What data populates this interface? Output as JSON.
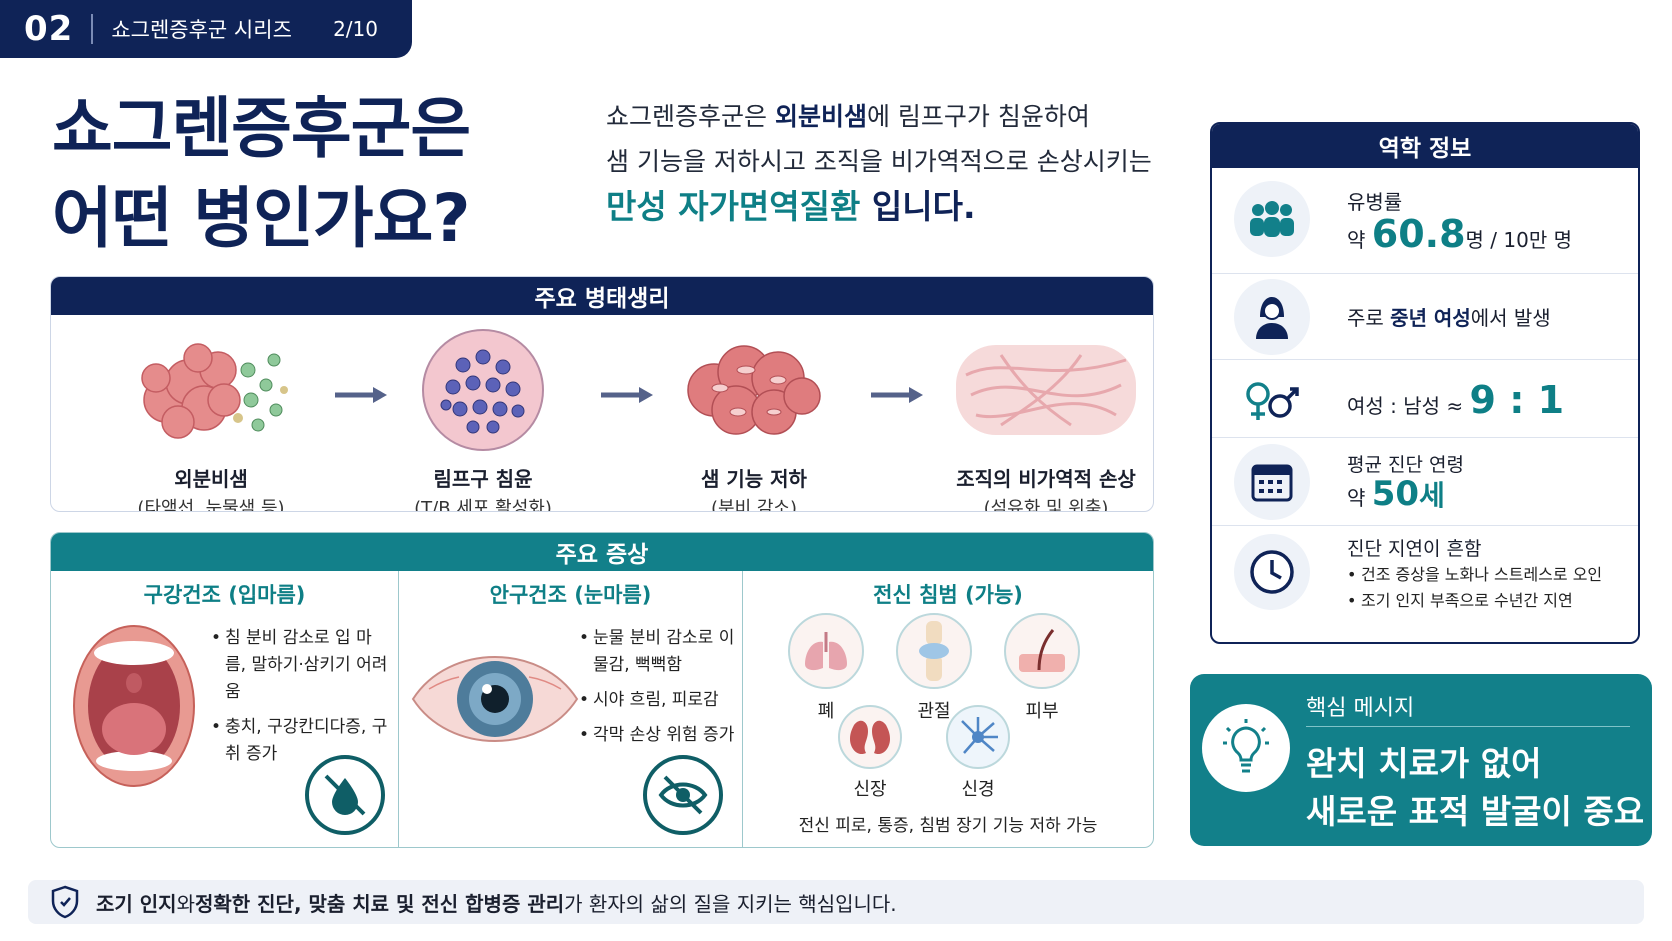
{
  "series": {
    "number": "02",
    "name": "쇼그렌증후군 시리즈",
    "page": "2/10"
  },
  "title": {
    "line1": "쇼그렌증후군은",
    "line2": "어떤 병인가요?"
  },
  "intro": {
    "p1": "쇼그렌증후군은 ",
    "p1_bold": "외분비샘",
    "p1_rest": "에 림프구가 침윤하여",
    "p2": "샘 기능을 저하시고 조직을 비가역적으로 손상시키는",
    "p3_highlight": "만성 자가면역질환",
    "p3_rest": " 입니다."
  },
  "pathophysiology": {
    "header": "주요 병태생리",
    "steps": [
      {
        "title": "외분비샘",
        "sub": "(타액선, 눈물샘 등)",
        "icon": "gland-icon"
      },
      {
        "title": "림프구 침윤",
        "sub": "(T/B 세포 활성화)",
        "icon": "lymphocyte-icon"
      },
      {
        "title": "샘 기능 저하",
        "sub": "(분비 감소)",
        "icon": "damaged-gland-icon"
      },
      {
        "title": "조직의 비가역적 손상",
        "sub": "(섬유화 및 위축)",
        "icon": "fibrosis-icon"
      }
    ]
  },
  "symptoms": {
    "header": "주요 증상",
    "oral": {
      "title": "구강건조 (입마름)",
      "bullets": [
        "침 분비 감소로 입 마름, 말하기·삼키기 어려움",
        "충치, 구강칸디다증, 구취 증가"
      ],
      "icon": "no-saliva-icon"
    },
    "eye": {
      "title": "안구건조 (눈마름)",
      "bullets": [
        "눈물 분비 감소로 이물감, 뻑뻑함",
        "시야 흐림, 피로감",
        "각막 손상 위험 증가"
      ],
      "icon": "no-eye-icon"
    },
    "systemic": {
      "title": "전신 침범 (가능)",
      "organs": [
        {
          "label": "폐",
          "icon": "lung-icon"
        },
        {
          "label": "관절",
          "icon": "joint-icon"
        },
        {
          "label": "피부",
          "icon": "skin-icon"
        },
        {
          "label": "신장",
          "icon": "kidney-icon"
        },
        {
          "label": "신경",
          "icon": "neuron-icon"
        }
      ],
      "note": "전신 피로, 통증, 침범 장기 기능 저하 가능"
    }
  },
  "epidemiology": {
    "header": "역학 정보",
    "prevalence": {
      "label": "유병률",
      "prefix": "약 ",
      "value": "60.8",
      "unit": "명 / 10만 명",
      "icon": "people-icon"
    },
    "gender_group": {
      "prefix": "주로 ",
      "bold": "중년 여성",
      "suffix": "에서 발생",
      "icon": "woman-icon"
    },
    "ratio": {
      "label": "여성 : 남성 ≈ ",
      "value": "9 : 1",
      "icon": "gender-icon"
    },
    "age": {
      "label": "평균 진단 연령",
      "prefix": "약 ",
      "value": "50",
      "unit": "세",
      "icon": "calendar-icon"
    },
    "delay": {
      "label": "진단 지연이 흔함",
      "bullets": [
        "건조 증상을 노화나 스트레스로 오인",
        "조기 인지 부족으로 수년간 지연"
      ],
      "icon": "clock-icon"
    }
  },
  "core_message": {
    "label": "핵심 메시지",
    "line1": "완치 치료가 없어",
    "line2": "새로운 표적 발굴이 중요",
    "icon": "lightbulb-icon"
  },
  "footer": {
    "b1": "조기 인지",
    "t1": "와 ",
    "b2": "정확한 진단, 맞춤 치료 및 전신 합병증 관리",
    "t2": "가 환자의 삶의 질을 지키는 핵심입니다.",
    "icon": "shield-icon"
  },
  "colors": {
    "navy": "#0f2357",
    "teal": "#12808a"
  }
}
